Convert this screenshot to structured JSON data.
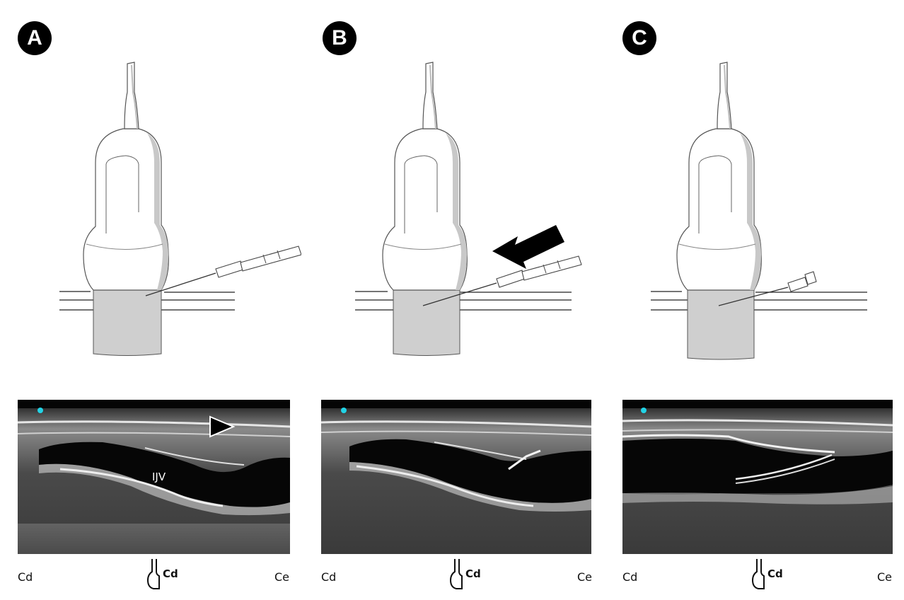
{
  "panels": [
    {
      "badge": "A",
      "left_label": "Cd",
      "right_label": "Ce",
      "probe_label": "Cd",
      "vessel_label": "IJV"
    },
    {
      "badge": "B",
      "left_label": "Cd",
      "right_label": "Ce",
      "probe_label": "Cd"
    },
    {
      "badge": "C",
      "left_label": "Cd",
      "right_label": "Ce",
      "probe_label": "Cd"
    }
  ],
  "colors": {
    "probe_shade": "#c8c8c8",
    "gel_block": "#cfcfcf",
    "orientation_dot": "#22d3e6",
    "arrow": "#000000"
  }
}
